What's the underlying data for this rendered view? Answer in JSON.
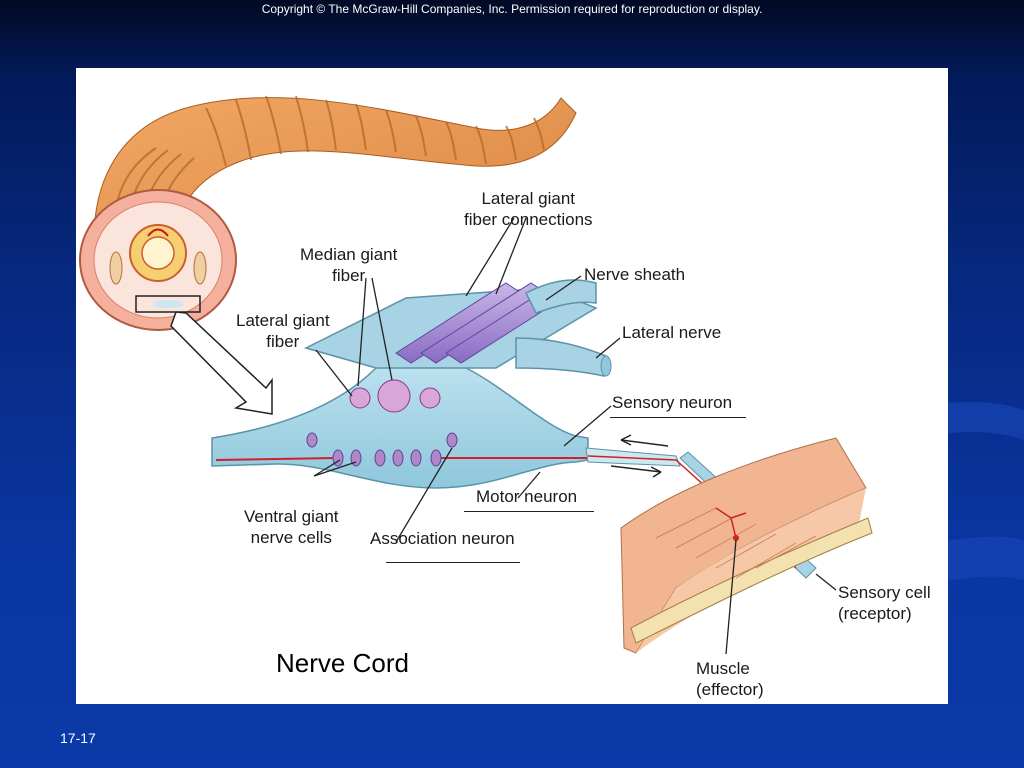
{
  "header": {
    "copyright": "Copyright © The McGraw-Hill Companies, Inc. Permission required for reproduction or display."
  },
  "figure": {
    "title": "Nerve Cord",
    "labels": {
      "lateral_giant_fiber_connections_line1": "Lateral giant",
      "lateral_giant_fiber_connections_line2": "fiber connections",
      "median_giant_fiber_line1": "Median giant",
      "median_giant_fiber_line2": "fiber",
      "nerve_sheath": "Nerve sheath",
      "lateral_giant_fiber_line1": "Lateral giant",
      "lateral_giant_fiber_line2": "fiber",
      "lateral_nerve": "Lateral nerve",
      "sensory_neuron": "Sensory neuron",
      "motor_neuron": "Motor neuron",
      "ventral_giant_nerve_cells_line1": "Ventral giant",
      "ventral_giant_nerve_cells_line2": "nerve cells",
      "association_neuron": "Association neuron",
      "sensory_cell_line1": "Sensory cell",
      "sensory_cell_line2": "(receptor)",
      "muscle_line1": "Muscle",
      "muscle_line2": "(effector)"
    }
  },
  "footer": {
    "slide_number": "17-17"
  }
}
